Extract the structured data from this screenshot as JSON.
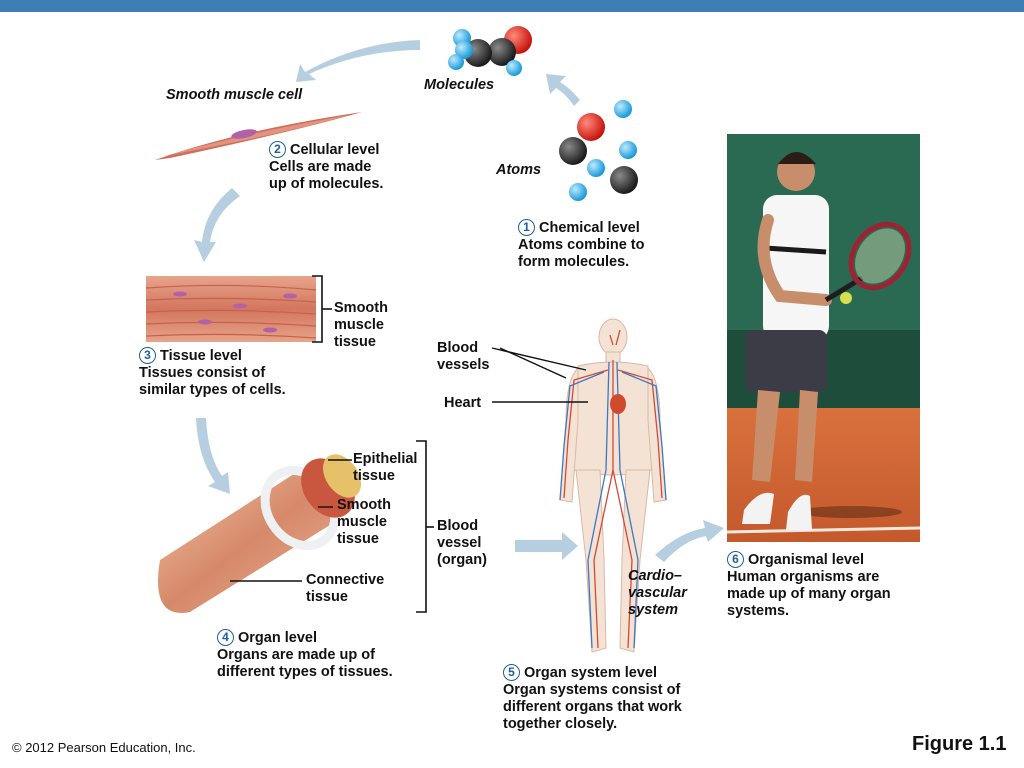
{
  "molecules_label": "Molecules",
  "atoms_label": "Atoms",
  "smooth_muscle_cell_label": "Smooth muscle cell",
  "levels": [
    {
      "number": "1",
      "title": "Chemical level",
      "body": [
        "Atoms combine to",
        "form molecules."
      ]
    },
    {
      "number": "2",
      "title": "Cellular level",
      "body": [
        "Cells are made",
        "up of molecules."
      ]
    },
    {
      "number": "3",
      "title": "Tissue level",
      "body": [
        "Tissues consist of",
        "similar types of cells."
      ]
    },
    {
      "number": "4",
      "title": "Organ level",
      "body": [
        "Organs are made up of",
        "different types of tissues."
      ]
    },
    {
      "number": "5",
      "title": "Organ system level",
      "body": [
        "Organ systems consist of",
        "different organs that work",
        "together closely."
      ]
    },
    {
      "number": "6",
      "title": "Organismal level",
      "body": [
        "Human organisms are",
        "made up of many organ",
        "systems."
      ]
    }
  ],
  "tissue_labels": {
    "smooth_muscle_tissue": [
      "Smooth",
      "muscle",
      "tissue"
    ],
    "epithelial_tissue": [
      "Epithelial",
      "tissue"
    ],
    "organ_smooth_muscle": [
      "Smooth",
      "muscle",
      "tissue"
    ],
    "connective_tissue": [
      "Connective",
      "tissue"
    ],
    "blood_vessel_organ": [
      "Blood",
      "vessel",
      "(organ)"
    ]
  },
  "body_labels": {
    "blood_vessels": [
      "Blood",
      "vessels"
    ],
    "heart": "Heart",
    "cardiovascular_system": [
      "Cardio–",
      "vascular",
      "system"
    ]
  },
  "copyright": "© 2012 Pearson Education, Inc.",
  "figure_label": "Figure 1.1",
  "colors": {
    "accent_blue": "#1d5fa0",
    "top_bar": "#3d7fb5",
    "arrow": "#a9c4d8"
  }
}
